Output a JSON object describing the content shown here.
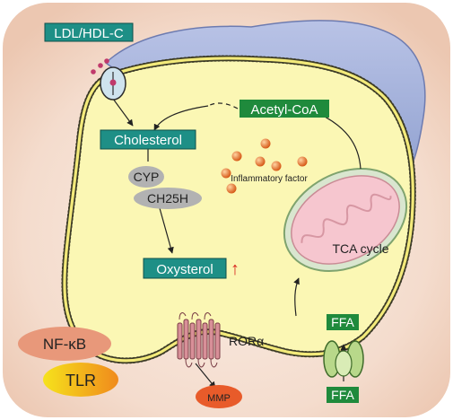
{
  "diagram": {
    "labels": {
      "ldl": "LDL/HDL-C",
      "acetyl": "Acetyl-CoA",
      "cholesterol": "Cholesterol",
      "cyp": "CYP",
      "ch25h": "CH25H",
      "inflammatory": "Inflammatory factor",
      "tca": "TCA cycle",
      "oxysterol": "Oxysterol",
      "oxysterol_arrow": "↑",
      "ror": "RORα",
      "ffa_top": "FFA",
      "ffa_bottom": "FFA",
      "nfkb": "NF-κB",
      "tlr": "TLR",
      "mmp": "MMP"
    },
    "colors": {
      "teal_box": "#1e8f86",
      "green_box": "#1f8a3c",
      "cell_fill": "#fbf7b4",
      "membrane": "#3b3a26",
      "nucleus": "#a9b7dc",
      "bg": "#f3d7c6",
      "mito": "#f6c6cf",
      "receptor": "#c98b95",
      "nfkb": "#e8987a",
      "tlr": "#f4b21a",
      "mmp": "#e85b2a",
      "arrow_up": "#d8261e",
      "dot": "#e2661d"
    },
    "icons": [
      "ldl-receptor-icon",
      "ffa-transporter-icon",
      "ror-receptor-icon",
      "mitochondrion-icon",
      "nucleus-icon"
    ]
  }
}
